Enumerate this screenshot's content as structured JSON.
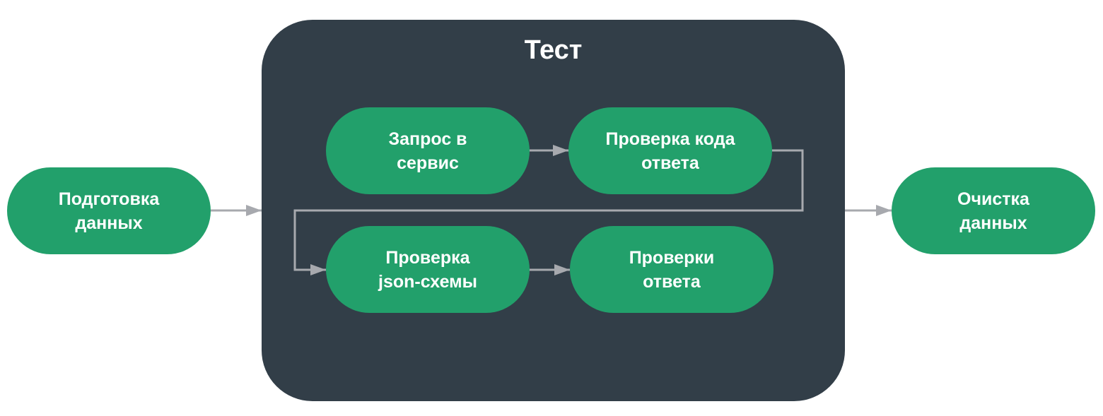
{
  "container": {
    "title": "Тест"
  },
  "nodes": {
    "prepare": {
      "line1": "Подготовка",
      "line2": "данных"
    },
    "request": {
      "line1": "Запрос в",
      "line2": "сервис"
    },
    "status_check": {
      "line1": "Проверка кода",
      "line2": "ответа"
    },
    "schema_check": {
      "line1": "Проверка",
      "line2": "json-схемы"
    },
    "response_checks": {
      "line1": "Проверки",
      "line2": "ответа"
    },
    "cleanup": {
      "line1": "Очистка",
      "line2": "данных"
    }
  },
  "colors": {
    "container": "#323e48",
    "node": "#22a06b",
    "arrow": "#a7a9ae",
    "text": "#ffffff"
  }
}
